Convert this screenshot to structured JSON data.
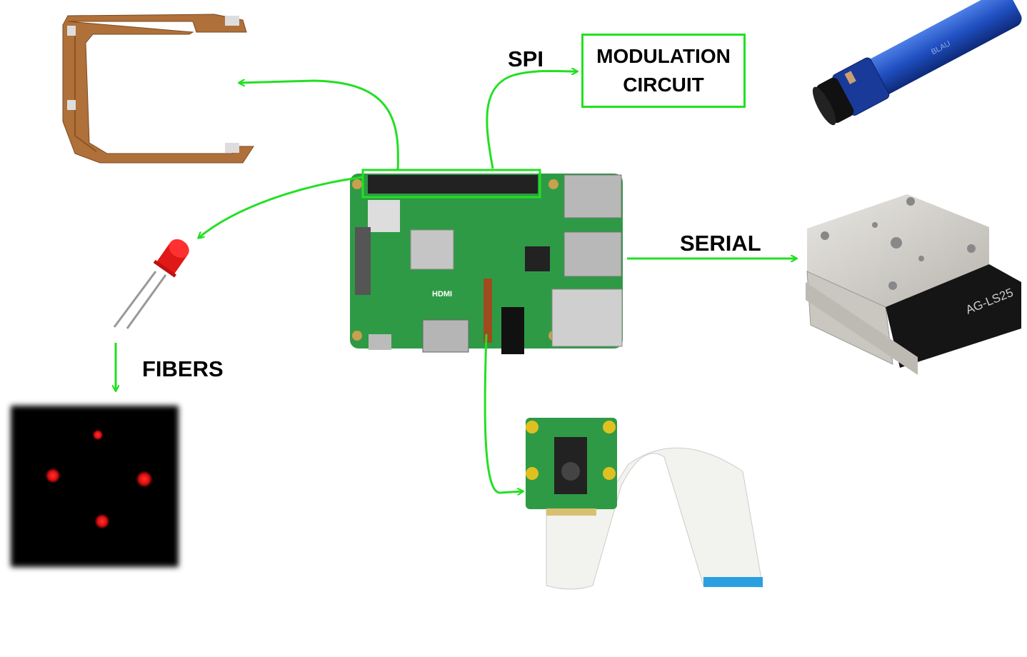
{
  "labels": {
    "spi": "SPI",
    "serial": "SERIAL",
    "fibers": "FIBERS",
    "modulation_line1": "MODULATION",
    "modulation_line2": "CIRCUIT"
  },
  "device_text": {
    "stage_model": "AG-LS25",
    "laser_brand": "BLAU",
    "pi_hdmi": "HDMI"
  },
  "colors": {
    "arrow": "#22e022",
    "pcb": "#b0703a",
    "pi_board": "#2f9a45",
    "laser_body": "#1f4fc0",
    "spot": "#ff2020"
  }
}
